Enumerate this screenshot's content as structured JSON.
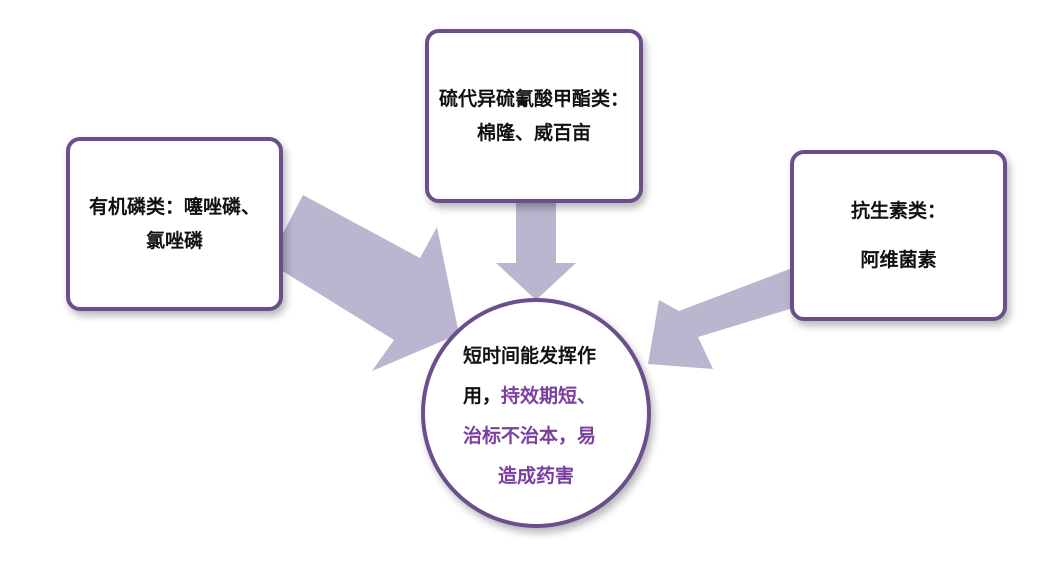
{
  "colors": {
    "border": "#6b4f8c",
    "arrow": "#bbb5cf",
    "emphasis": "#7a3fa0"
  },
  "boxes": {
    "organophosphate": {
      "line1": "有机磷类：噻唑磷、",
      "line2": "氯唑磷"
    },
    "isothiocyanate": {
      "line1": "硫代异硫氰酸甲酯类：",
      "line2": "棉隆、威百亩"
    },
    "antibiotic": {
      "line1": "抗生素类：",
      "line2": "阿维菌素"
    }
  },
  "center": {
    "line1": "短时间能发挥作",
    "line2_plain": "用，",
    "line2_emph": "持效期短、",
    "line3": "治标不治本，易",
    "line4": "造成药害"
  }
}
